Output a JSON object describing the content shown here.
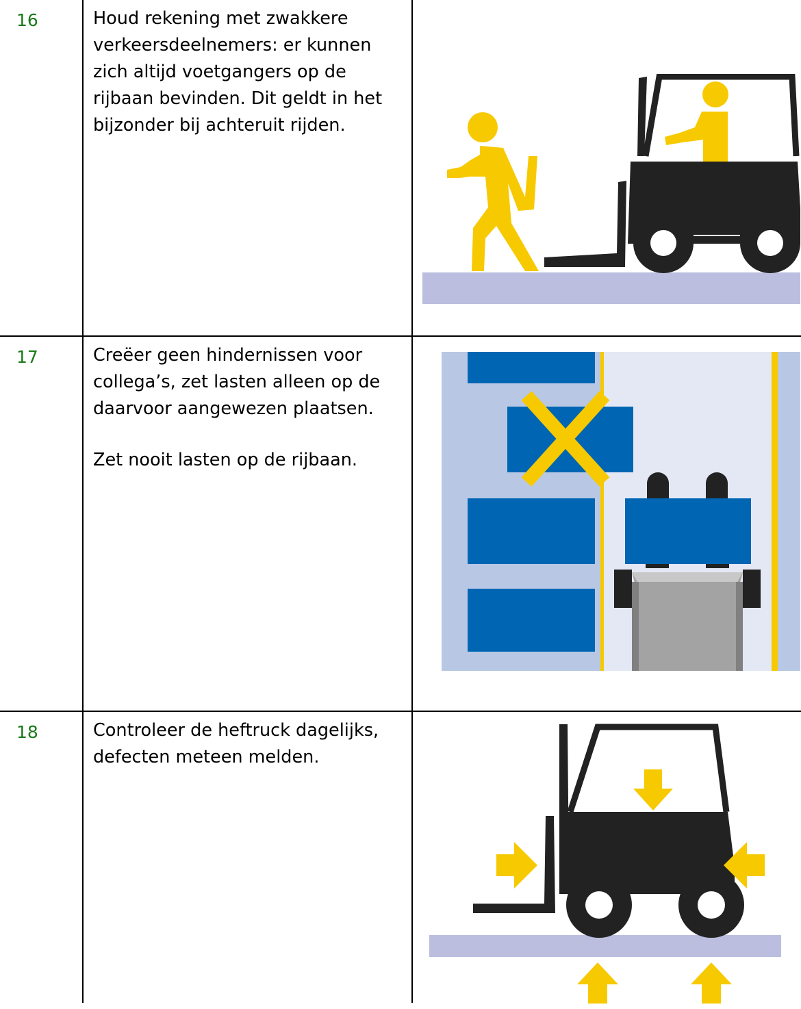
{
  "rows": [
    {
      "number": "16",
      "paragraphs": [
        "Houd rekening met zwakkere verkeersdeelnemers: er kunnen zich altijd voetgangers op de rijbaan bevinden. Dit geldt in het bijzonder bij achteruit rijden."
      ],
      "illustration": "pedestrian-and-forklift-illustration"
    },
    {
      "number": "17",
      "paragraphs": [
        "Creëer geen hindernissen voor collega’s, zet lasten alleen op de daarvoor aangewezen plaatsen.",
        "Zet nooit lasten op de rijbaan."
      ],
      "illustration": "aisle-obstruction-illustration"
    },
    {
      "number": "18",
      "paragraphs": [
        "Controleer de heftruck dagelijks, defecten meteen melden."
      ],
      "illustration": "forklift-inspection-illustration"
    }
  ],
  "colors": {
    "number_green": "#1a7a1a",
    "safety_yellow": "#f7c900",
    "truck_black": "#222222",
    "floor_lavender": "#bcbedf",
    "pallet_blue": "#0066b3",
    "aisle_light": "#e4e8f4",
    "rack_zone": "#b8c8e4",
    "truck_grey": "#a3a3a3"
  }
}
